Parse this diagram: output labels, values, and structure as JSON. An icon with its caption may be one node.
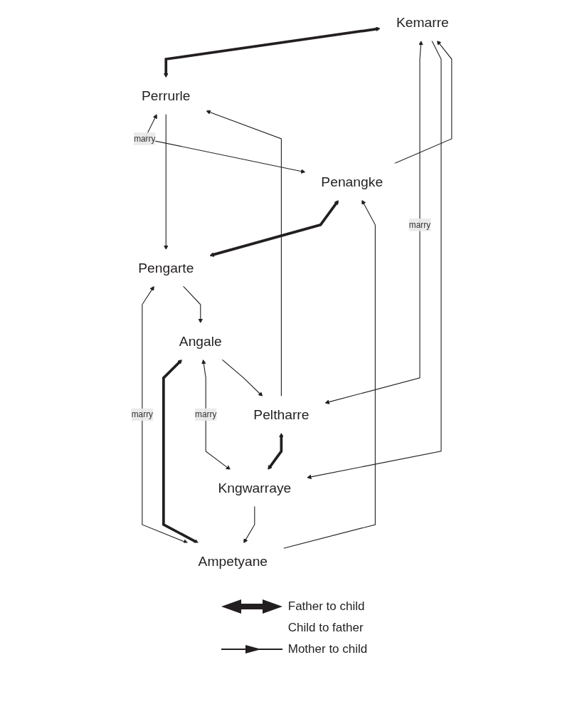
{
  "diagram": {
    "nodes": [
      {
        "text": [
          "Kemarre"
        ]
      },
      {
        "text": [
          "Perrurle"
        ]
      },
      {
        "text": [
          "Penangke"
        ]
      },
      {
        "text": [
          "Pengarte"
        ]
      },
      {
        "text": [
          "Ampetyane"
        ]
      },
      {
        "text": [
          "Angale"
        ]
      },
      {
        "text": [
          "Kngwarraye"
        ]
      },
      {
        "text": [
          "Peltharre"
        ]
      }
    ],
    "edges": [
      {
        "from": 0,
        "to": 1,
        "arrow": "both",
        "style": "thick"
      },
      {
        "from": 2,
        "to": 3,
        "arrow": "both",
        "style": "thick"
      },
      {
        "from": 5,
        "to": 4,
        "arrow": "both",
        "style": "thick"
      },
      {
        "from": 7,
        "to": 6,
        "arrow": "both",
        "style": "thick"
      },
      {
        "from": 0,
        "to": 7,
        "label": "marry",
        "arrow": "both"
      },
      {
        "from": 1,
        "to": 2,
        "label": "marry",
        "arrow": "both"
      },
      {
        "from": 3,
        "to": 4,
        "label": "marry",
        "arrow": "both"
      },
      {
        "from": 5,
        "to": 6,
        "label": "marry",
        "arrow": "both"
      },
      {
        "from": 0,
        "to": 6,
        "arrow": "to"
      },
      {
        "from": 6,
        "to": 4,
        "arrow": "to"
      },
      {
        "from": 4,
        "to": 2,
        "arrow": "to"
      },
      {
        "from": 2,
        "to": 0,
        "arrow": "to"
      },
      {
        "from": 7,
        "to": 1,
        "arrow": "to"
      },
      {
        "from": 1,
        "to": 3,
        "arrow": "to"
      },
      {
        "from": 3,
        "to": 5,
        "arrow": "to"
      },
      {
        "from": 5,
        "to": 7,
        "arrow": "to"
      }
    ],
    "legend": [
      {
        "text": "Father to child"
      },
      {
        "text": "Child to father"
      },
      {
        "text": "Mother to child"
      }
    ]
  }
}
